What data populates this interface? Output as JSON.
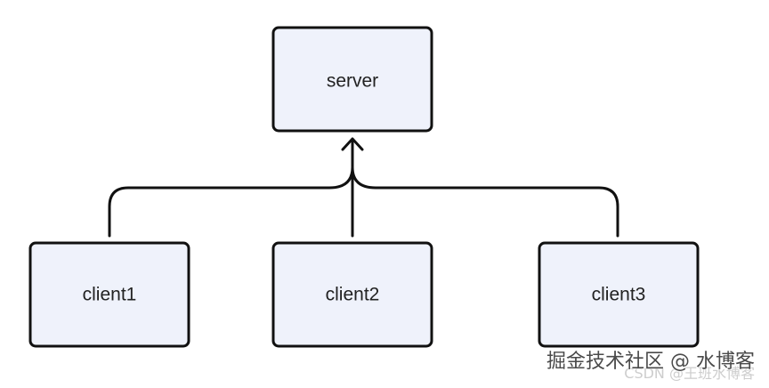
{
  "diagram": {
    "nodes": {
      "server": "server",
      "client1": "client1",
      "client2": "client2",
      "client3": "client3"
    },
    "edges": [
      {
        "from": "client1",
        "to": "server"
      },
      {
        "from": "client2",
        "to": "server"
      },
      {
        "from": "client3",
        "to": "server"
      }
    ]
  },
  "watermark": {
    "main": "掘金技术社区 @ 水博客",
    "sub": "CSDN @王班水博客"
  }
}
